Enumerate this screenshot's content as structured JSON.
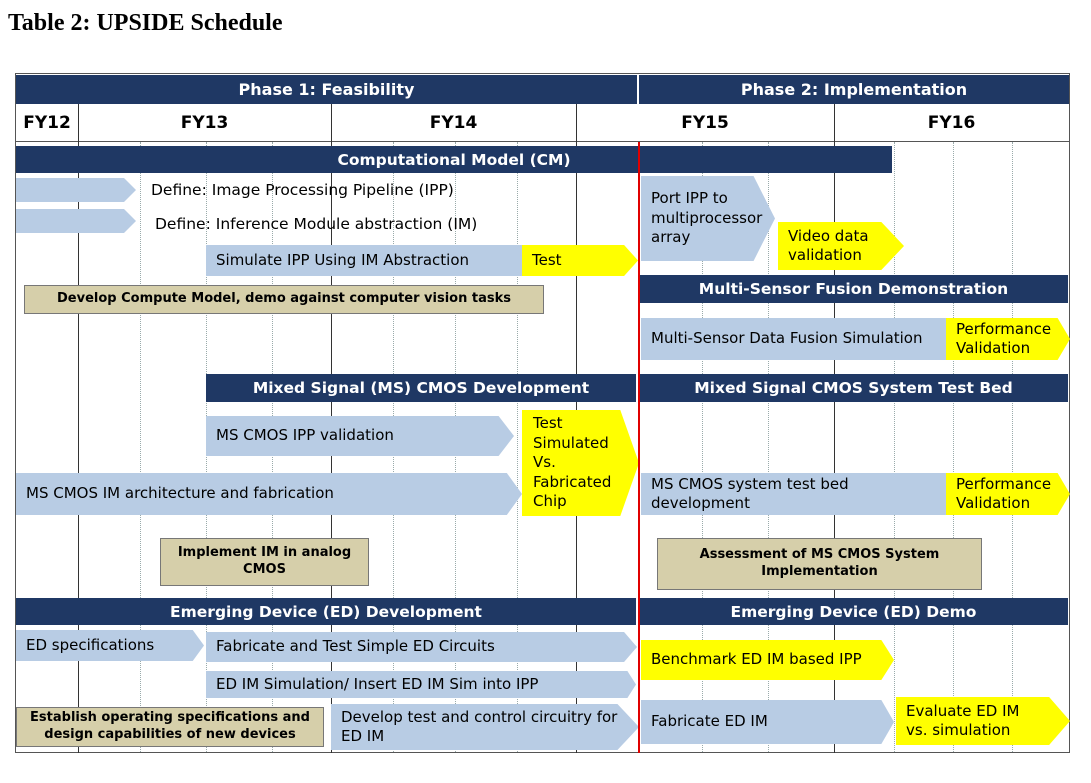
{
  "title": "Table 2: UPSIDE Schedule",
  "phases": [
    "Phase 1: Feasibility",
    "Phase 2: Implementation"
  ],
  "fiscal_years": [
    "FY12",
    "FY13",
    "FY14",
    "FY15",
    "FY16"
  ],
  "colors": {
    "band": "#1f3864",
    "arrow": "#b8cce4",
    "highlight": "#ffff00",
    "box": "#d6cfaa",
    "divider": "#e00000"
  },
  "cm": {
    "band": "Computational Model (CM)",
    "define_ipp": "Define:  Image Processing Pipeline (IPP)",
    "define_im": "Define: Inference Module abstraction (IM)",
    "simulate": "Simulate IPP Using IM Abstraction",
    "test": "Test",
    "develop": "Develop Compute Model, demo against computer vision tasks",
    "port": "Port IPP to multiprocessor array",
    "video": "Video data validation"
  },
  "msf": {
    "band": "Multi-Sensor Fusion Demonstration",
    "sim": "Multi-Sensor Data Fusion Simulation",
    "perf": "Performance Validation"
  },
  "ms": {
    "band": "Mixed Signal (MS) CMOS Development",
    "band2": "Mixed Signal CMOS System Test Bed",
    "ipp_val": "MS CMOS IPP validation",
    "im_arch": "MS CMOS IM architecture and fabrication",
    "test_sim": "Test Simulated Vs. Fabricated Chip",
    "testbed": "MS CMOS system test bed development",
    "perf": "Performance Validation",
    "implement": "Implement IM in analog CMOS",
    "assess": "Assessment of MS CMOS System Implementation"
  },
  "ed": {
    "band": "Emerging Device (ED) Development",
    "band2": "Emerging Device (ED) Demo",
    "specs": "ED specifications",
    "fabricate_test": "Fabricate and Test Simple ED Circuits",
    "sim": "ED IM Simulation/ Insert ED IM Sim into IPP",
    "establish": "Establish operating specifications and design capabilities of new devices",
    "develop_test": "Develop test and control circuitry for ED IM",
    "benchmark": "Benchmark ED IM based IPP",
    "fabricate": "Fabricate ED IM",
    "evaluate": "Evaluate ED IM vs. simulation"
  }
}
